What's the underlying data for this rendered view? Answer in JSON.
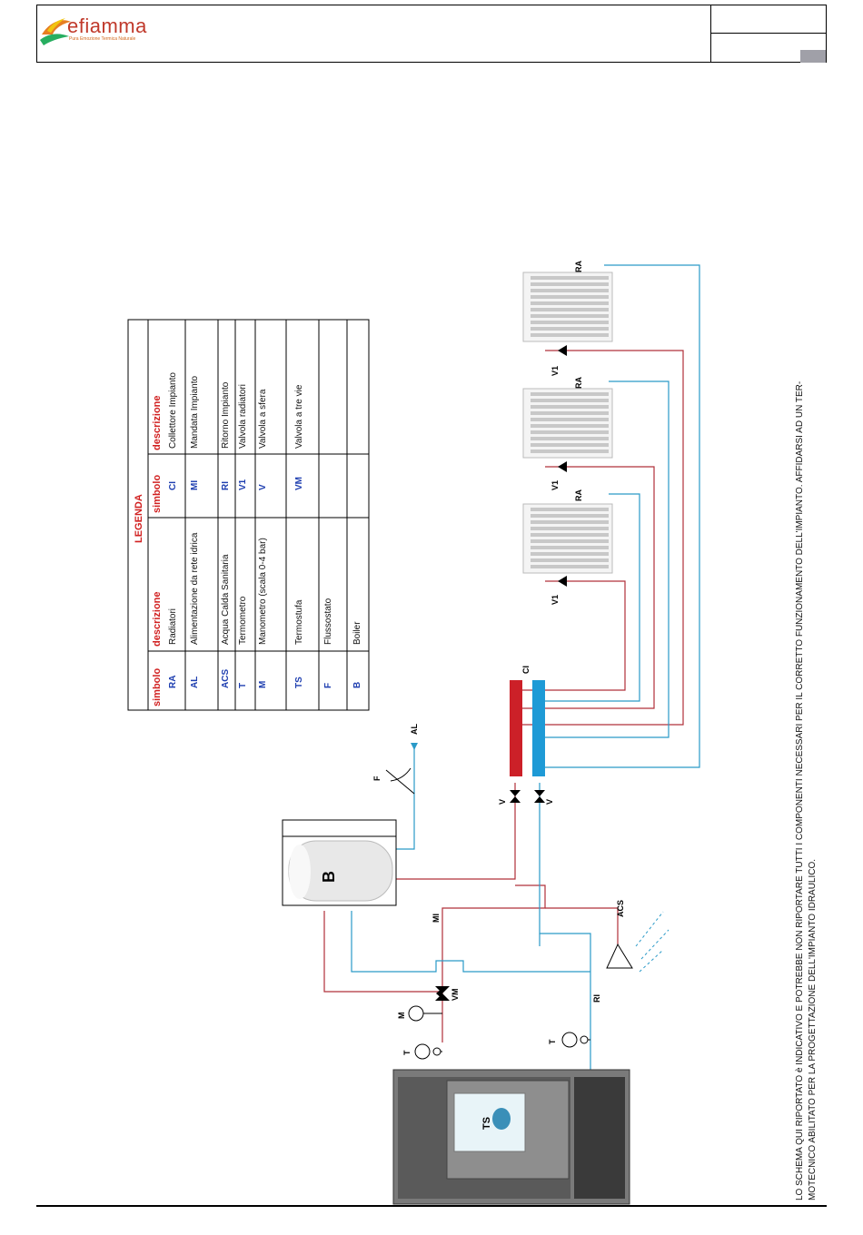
{
  "brand": {
    "name": "efiamma",
    "tagline": "Pura Emozione Termica Naturale"
  },
  "legend": {
    "title": "LEGENDA",
    "col_symbol": "simbolo",
    "col_description": "descrizione",
    "left_rows": [
      {
        "symbol": "RA",
        "description": "Radiatori"
      },
      {
        "symbol": "AL",
        "description": "Alimentazione da rete idrica"
      },
      {
        "symbol": "ACS",
        "description": "Acqua Calda Sanitaria"
      },
      {
        "symbol": "T",
        "description": "Termometro"
      },
      {
        "symbol": "M",
        "description": "Manometro (scala 0-4 bar)"
      },
      {
        "symbol": "TS",
        "description": "Termostufa"
      },
      {
        "symbol": "F",
        "description": "Flussostato"
      },
      {
        "symbol": "B",
        "description": "Boiler"
      }
    ],
    "right_rows": [
      {
        "symbol": "CI",
        "description": "Collettore Impianto"
      },
      {
        "symbol": "MI",
        "description": "Mandata Impianto"
      },
      {
        "symbol": "RI",
        "description": "Ritorno Impianto"
      },
      {
        "symbol": "V1",
        "description": "Valvola radiatori"
      },
      {
        "symbol": "V",
        "description": "Valvola a sfera"
      },
      {
        "symbol": "VM",
        "description": "Valvola a tre vie"
      },
      {
        "symbol": "",
        "description": ""
      },
      {
        "symbol": "",
        "description": ""
      }
    ]
  },
  "diagram": {
    "labels": {
      "ra": "RA",
      "v1": "V1",
      "ci": "CI",
      "v": "V",
      "al": "AL",
      "f": "F",
      "b": "B",
      "mi": "MI",
      "ri": "RI",
      "acs": "ACS",
      "vm": "VM",
      "m": "M",
      "t": "T",
      "ts": "TS"
    },
    "colors": {
      "supply": "#b0303a",
      "return": "#2a9ac8",
      "collector_red": "#cc2028",
      "collector_blue": "#1e9ad6"
    }
  },
  "note": {
    "line1": "LO SCHEMA QUI RIPORTATO è INDICATIVO E POTREBBE NON RIPORTARE TUTTI I COMPONENTI NECESSARI PER IL CORRETTO FUNZIONAMENTO DELL'IMPIANTO. AFFIDARSI AD UN TER-",
    "line2": "MOTECNICO ABILITATO PER LA PROGETTAZIONE DELL'IMPIANTO IDRAULICO."
  }
}
